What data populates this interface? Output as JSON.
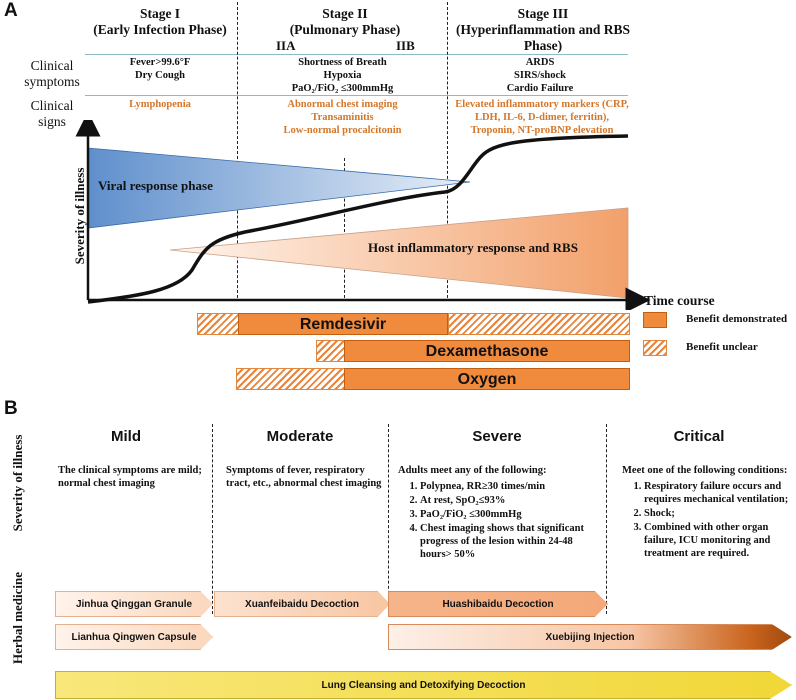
{
  "panel_a": {
    "letter": "A",
    "stages": [
      {
        "title": "Stage I",
        "subtitle": "(Early Infection Phase)"
      },
      {
        "title": "Stage II",
        "subtitle": "(Pulmonary Phase)"
      },
      {
        "title": "Stage III",
        "subtitle": "(Hyperinflammation and RBS Phase)"
      }
    ],
    "substages": [
      "IIA",
      "IIB"
    ],
    "row_labels": {
      "symptoms": [
        "Clinical",
        "symptoms"
      ],
      "signs": [
        "Clinical",
        "signs"
      ]
    },
    "symptoms": [
      [
        "Fever>99.6°F",
        "Dry Cough"
      ],
      [
        "Shortness of Breath",
        "Hypoxia",
        "PaO₂/FiO₂ ≤300mmHg"
      ],
      [
        "ARDS",
        "SIRS/shock",
        "Cardio Failure"
      ]
    ],
    "signs": [
      [
        "Lymphopenia"
      ],
      [
        "Abnormal chest imaging",
        "Transaminitis",
        "Low-normal procalcitonin"
      ],
      [
        "Elevated inflammatory markers (CRP,",
        "LDH, IL-6, D-dimer, ferritin),",
        "Troponin, NT-proBNP elevation"
      ]
    ],
    "y_axis": "Severity of illness",
    "x_axis": "Time course",
    "viral_label": "Viral response phase",
    "host_label": "Host inflammatory response and RBS",
    "drugs": [
      "Remdesivir",
      "Dexamethasone",
      "Oxygen"
    ],
    "legend": [
      "Benefit demonstrated",
      "Benefit unclear"
    ],
    "colors": {
      "blue": "#6f9bd1",
      "orange": "#f08a3c",
      "text_orange": "#d4772a",
      "yellow": "#f3dc4a"
    }
  },
  "panel_b": {
    "letter": "B",
    "side_labels": [
      "Severity of illness",
      "Herbal medicine"
    ],
    "severity": [
      "Mild",
      "Moderate",
      "Severe",
      "Critical"
    ],
    "mild_desc": "The clinical symptoms are mild; normal chest imaging",
    "moderate_desc": "Symptoms of fever, respiratory tract, etc., abnormal chest imaging",
    "severe_intro": "Adults meet any of the following:",
    "severe_items": [
      "Polypnea, RR≥30 times/min",
      "At rest, SpO₂≤93%",
      "PaO₂/FiO₂ ≤300mmHg",
      "Chest imaging shows that significant progress of the lesion within 24-48 hours> 50%"
    ],
    "critical_intro": "Meet one of the following conditions:",
    "critical_items": [
      "Respiratory failure occurs and requires mechanical ventilation;",
      "Shock;",
      "Combined with other organ failure, ICU monitoring and treatment are required."
    ],
    "herbs": [
      "Jinhua Qinggan Granule",
      "Lianhua Qingwen Capsule",
      "Xuanfeibaidu Decoction",
      "Huashibaidu Decoction",
      "Xuebijing Injection",
      "Lung Cleansing and Detoxifying Decoction"
    ]
  }
}
